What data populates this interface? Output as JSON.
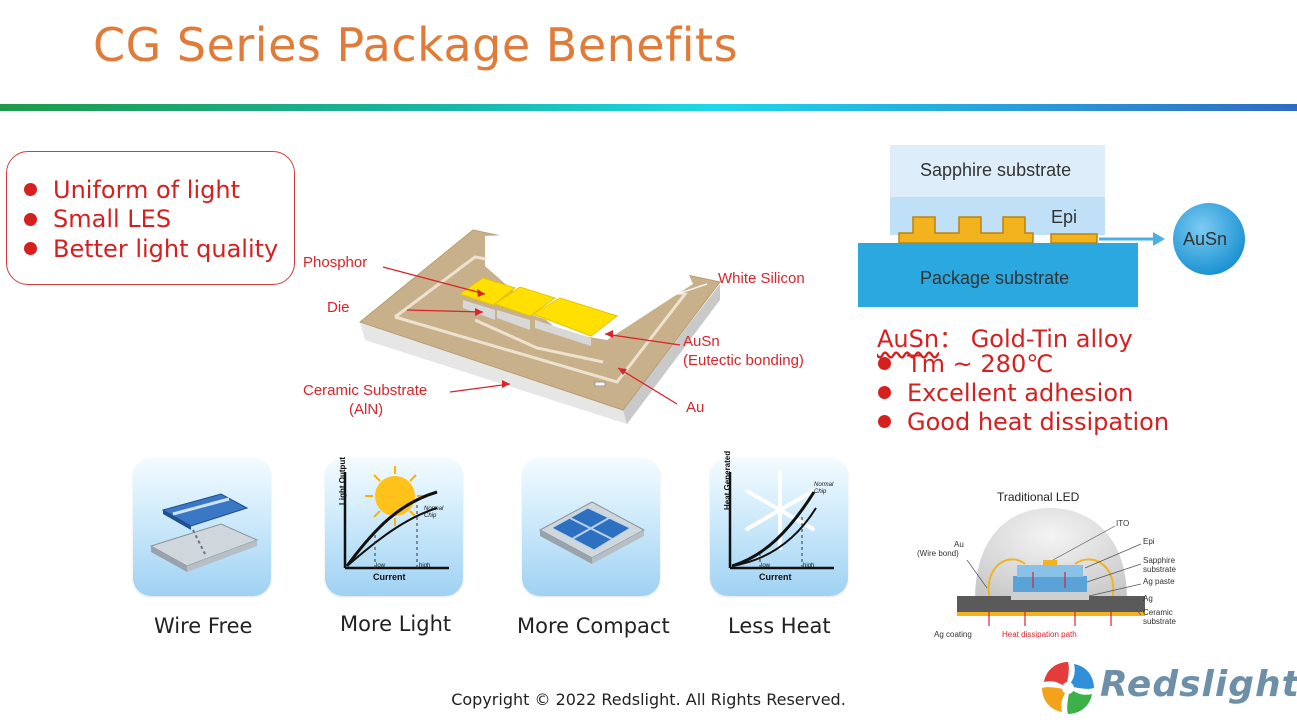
{
  "title": "CG Series Package Benefits",
  "benefits": [
    "Uniform of light",
    "Small LES",
    "Better light quality"
  ],
  "package_diagram": {
    "labels": {
      "phosphor": "Phosphor",
      "die": "Die",
      "white_silicon": "White Silicon",
      "ausn": "AuSn",
      "eutectic": "(Eutectic bonding)",
      "ceramic": "Ceramic Substrate",
      "aln": "(AlN)",
      "au": "Au"
    }
  },
  "cross_section": {
    "sapphire": "Sapphire substrate",
    "epi": "Epi",
    "package": "Package substrate",
    "bubble": "AuSn"
  },
  "ausn_info": {
    "heading_term": "AuSn",
    "heading_rest": "： Gold-Tin alloy",
    "items": [
      "Tm ~ 280℃",
      "Excellent adhesion",
      "Good heat dissipation"
    ]
  },
  "features": [
    {
      "label": "Wire Free",
      "icon": "wire-free-icon"
    },
    {
      "label": "More Light",
      "icon": "more-light-icon",
      "chart": {
        "ylabel": "Light Output",
        "xlabel": "Current",
        "low": "low",
        "high": "high",
        "curve": "Normal Chip"
      }
    },
    {
      "label": "More Compact",
      "icon": "compact-icon"
    },
    {
      "label": "Less Heat",
      "icon": "less-heat-icon",
      "chart": {
        "ylabel": "Heat Generated",
        "xlabel": "Current",
        "low": "low",
        "high": "high",
        "curve": "Normal Chip"
      }
    }
  ],
  "traditional_led": {
    "title": "Traditional LED",
    "labels": {
      "au": "Au",
      "wire_bond": "(Wire bond)",
      "ito": "ITO",
      "epi": "Epi",
      "sapphire": "Sapphire",
      "substrate": "substrate",
      "ag_paste": "Ag paste",
      "ag": "Ag",
      "ceramic": "Ceramic",
      "ceramic_substrate": "substrate",
      "ag_coating": "Ag coating",
      "heat_path": "Heat dissipation path"
    }
  },
  "copyright": "Copyright © 2022 Redslight. All Rights Reserved.",
  "logo_text": "Redslight",
  "colors": {
    "title": "#e07b39",
    "accent_red": "#d61f1f",
    "chip_yellow": "#ffe000",
    "substrate_blue": "#2ba8e0"
  }
}
